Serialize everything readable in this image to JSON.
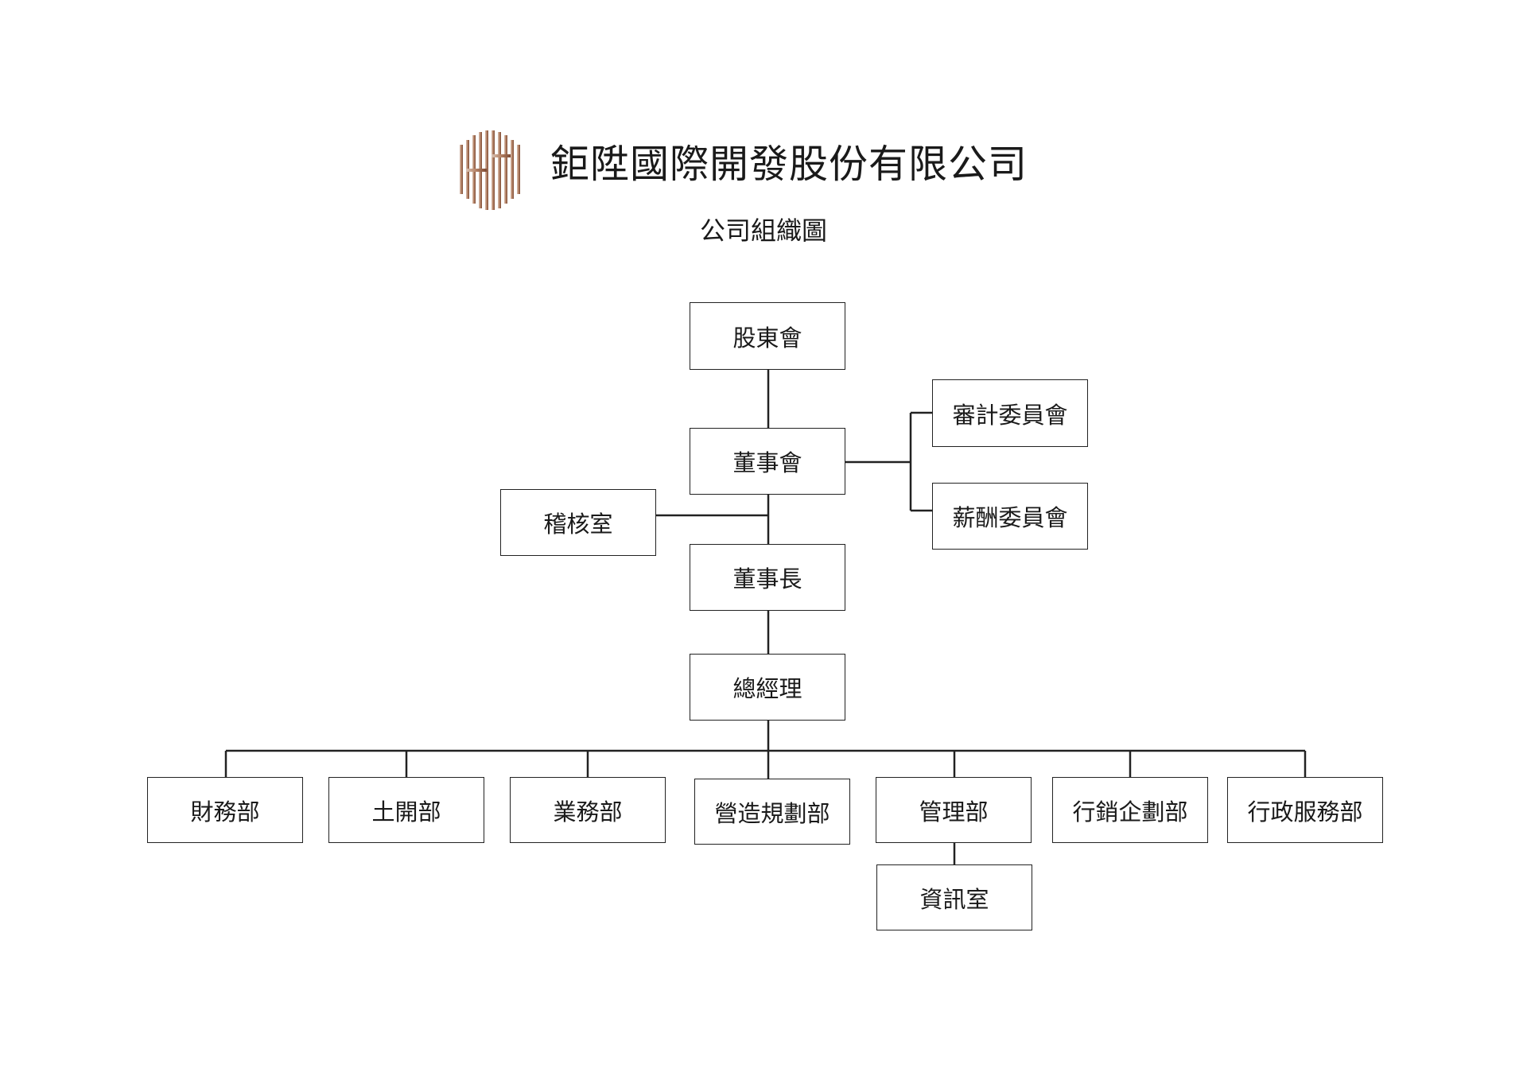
{
  "header": {
    "company_name": "鉅陞國際開發股份有限公司",
    "chart_title": "公司組織圖",
    "logo_color": "#b8866a"
  },
  "org_chart": {
    "shareholders": "股東會",
    "board": "董事會",
    "audit_committee": "審計委員會",
    "compensation_committee": "薪酬委員會",
    "internal_audit": "稽核室",
    "chairman": "董事長",
    "general_manager": "總經理",
    "departments": [
      "財務部",
      "土開部",
      "業務部",
      "營造規劃部",
      "管理部",
      "行銷企劃部",
      "行政服務部"
    ],
    "it_office": "資訊室"
  },
  "colors": {
    "line": "#222222",
    "text": "#1a1a1a"
  }
}
